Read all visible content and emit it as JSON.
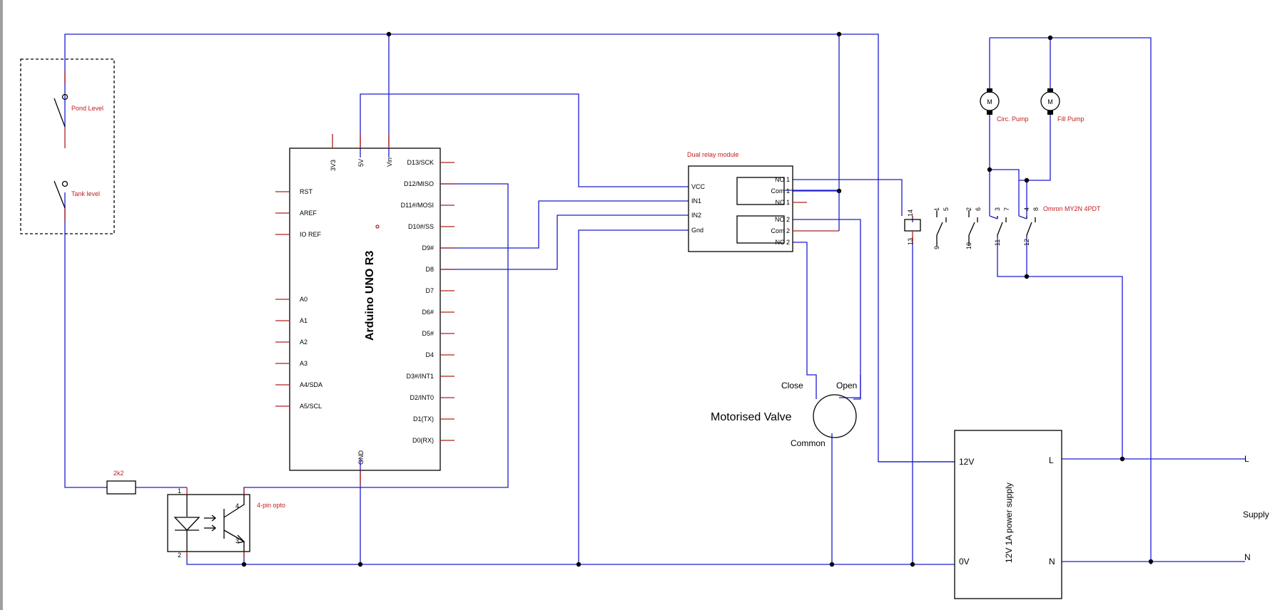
{
  "switches": {
    "pond": "Pond Level",
    "tank": "Tank level"
  },
  "resistor": "2k2",
  "opto": {
    "label": "4-pin opto",
    "pin1": "1",
    "pin2": "2",
    "pin3": "3",
    "pin4": "4"
  },
  "arduino": {
    "title": "Arduino UNO R3",
    "top_pins": [
      "3V3",
      "5V",
      "Vin"
    ],
    "left_pins": [
      "RST",
      "AREF",
      "IO REF",
      "A0",
      "A1",
      "A2",
      "A3",
      "A4/SDA",
      "A5/SCL"
    ],
    "right_pins": [
      "D13/SCK",
      "D12/MISO",
      "D11#/MOSI",
      "D10#/SS",
      "D9#",
      "D8",
      "D7",
      "D6#",
      "D5#",
      "D4",
      "D3#/INT1",
      "D2/INT0",
      "D1(TX)",
      "D0(RX)"
    ],
    "gnd": "GND"
  },
  "relay_module": {
    "title": "Dual relay module",
    "inputs": [
      "VCC",
      "IN1",
      "IN2",
      "Gnd"
    ],
    "outputs": [
      "NO 1",
      "Com 1",
      "NC 1",
      "NO 2",
      "Com 2",
      "NC 2"
    ]
  },
  "valve": {
    "title": "Motorised Valve",
    "close": "Close",
    "open": "Open",
    "common": "Common"
  },
  "pumps": {
    "circ": "Circ. Pump",
    "fill": "Fill Pump",
    "motor_symbol": "M"
  },
  "omron": {
    "label": "Omron MY2N 4PDT",
    "coil_pins": [
      "14",
      "13"
    ],
    "contact_top": [
      "1",
      "5",
      "2",
      "6",
      "3",
      "7",
      "4",
      "8"
    ],
    "contact_bottom": [
      "9",
      "10",
      "11",
      "12"
    ]
  },
  "psu": {
    "title": "12V 1A power supply",
    "v12": "12V",
    "v0": "0V",
    "l": "L",
    "n": "N"
  },
  "supply": {
    "label": "Supply",
    "l": "L",
    "n": "N"
  }
}
